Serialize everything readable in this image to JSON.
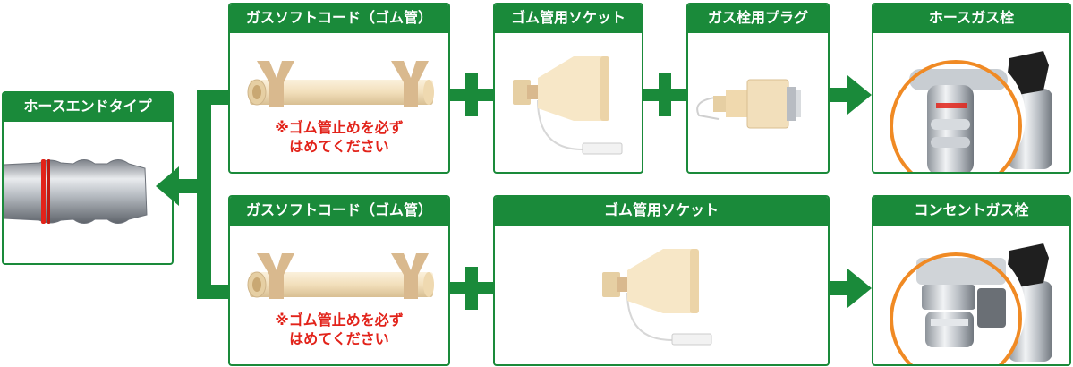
{
  "left_card": {
    "title": "ホースエンドタイプ"
  },
  "top_row": {
    "cord": {
      "title": "ガスソフトコード（ゴム管）",
      "note_line1": "※ゴム管止めを必ず",
      "note_line2": "はめてください"
    },
    "socket": {
      "title": "ゴム管用ソケット"
    },
    "plug": {
      "title": "ガス栓用プラグ"
    },
    "valve": {
      "title": "ホースガス栓"
    }
  },
  "bottom_row": {
    "cord": {
      "title": "ガスソフトコード（ゴム管）",
      "note_line1": "※ゴム管止めを必ず",
      "note_line2": "はめてください"
    },
    "socket": {
      "title": "ゴム管用ソケット"
    },
    "valve": {
      "title": "コンセントガス栓"
    }
  },
  "colors": {
    "accent_green": "#1a8a3a",
    "note_red": "#e2231a",
    "highlight_orange": "#f08a24",
    "tube_beige": "#f2dfbb",
    "clamp_tan": "#d9b98e"
  }
}
